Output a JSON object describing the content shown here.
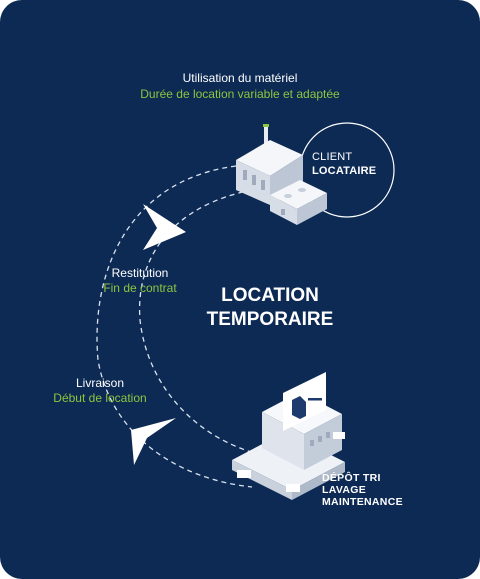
{
  "usage": {
    "title": "Utilisation du matériel",
    "subtitle": "Durée de location variable et adaptée"
  },
  "client": {
    "line1": "CLIENT",
    "line2": "LOCATAIRE"
  },
  "restitution": {
    "title": "Restitution",
    "subtitle": "Fin de contrat"
  },
  "center_label": {
    "line1": "LOCATION",
    "line2": "TEMPORAIRE"
  },
  "livraison": {
    "title": "Livraison",
    "subtitle": "Début de location"
  },
  "depot": {
    "line1": "DÉPÔT TRI",
    "line2": "LAVAGE",
    "line3": "MAINTENANCE"
  },
  "colors": {
    "background": "#0d2a54",
    "accent_green": "#8cc63f",
    "text": "#ffffff"
  }
}
